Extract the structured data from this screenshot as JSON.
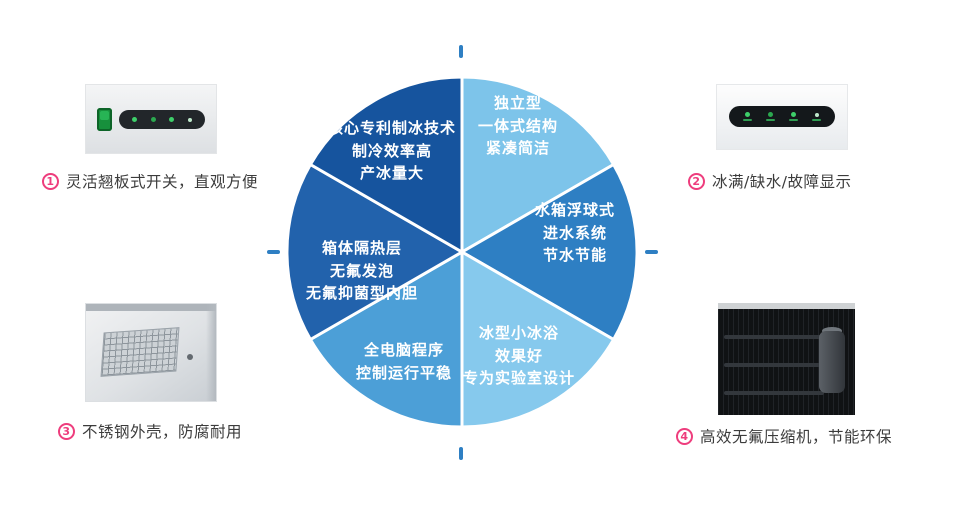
{
  "page": {
    "background": "#ffffff",
    "accent_color": "#ee3d7d"
  },
  "pie": {
    "tick_color": "#2e7fc3",
    "divider_color": "#ffffff",
    "segments": [
      {
        "id": "core-tech",
        "label": "核心专利制冰技术\n制冷效率高\n产冰量大",
        "color": "#16549e"
      },
      {
        "id": "independent",
        "label": "独立型\n一体式结构\n紧凑简洁",
        "color": "#7dc4ea"
      },
      {
        "id": "water-system",
        "label": "水箱浮球式\n进水系统\n节水节能",
        "color": "#2e7fc3"
      },
      {
        "id": "ice-bath",
        "label": "冰型小冰浴\n效果好\n专为实验室设计",
        "color": "#86c9ed"
      },
      {
        "id": "computer-control",
        "label": "全电脑程序\n控制运行平稳",
        "color": "#4c9fd7"
      },
      {
        "id": "insulation",
        "label": "箱体隔热层\n无氟发泡\n无氟抑菌型内胆",
        "color": "#2262ac"
      }
    ]
  },
  "features": [
    {
      "number": "1",
      "text": "灵活翘板式开关，直观方便"
    },
    {
      "number": "2",
      "text": "冰满/缺水/故障显示"
    },
    {
      "number": "3",
      "text": "不锈钢外壳，防腐耐用"
    },
    {
      "number": "4",
      "text": "高效无氟压缩机，节能环保"
    }
  ]
}
